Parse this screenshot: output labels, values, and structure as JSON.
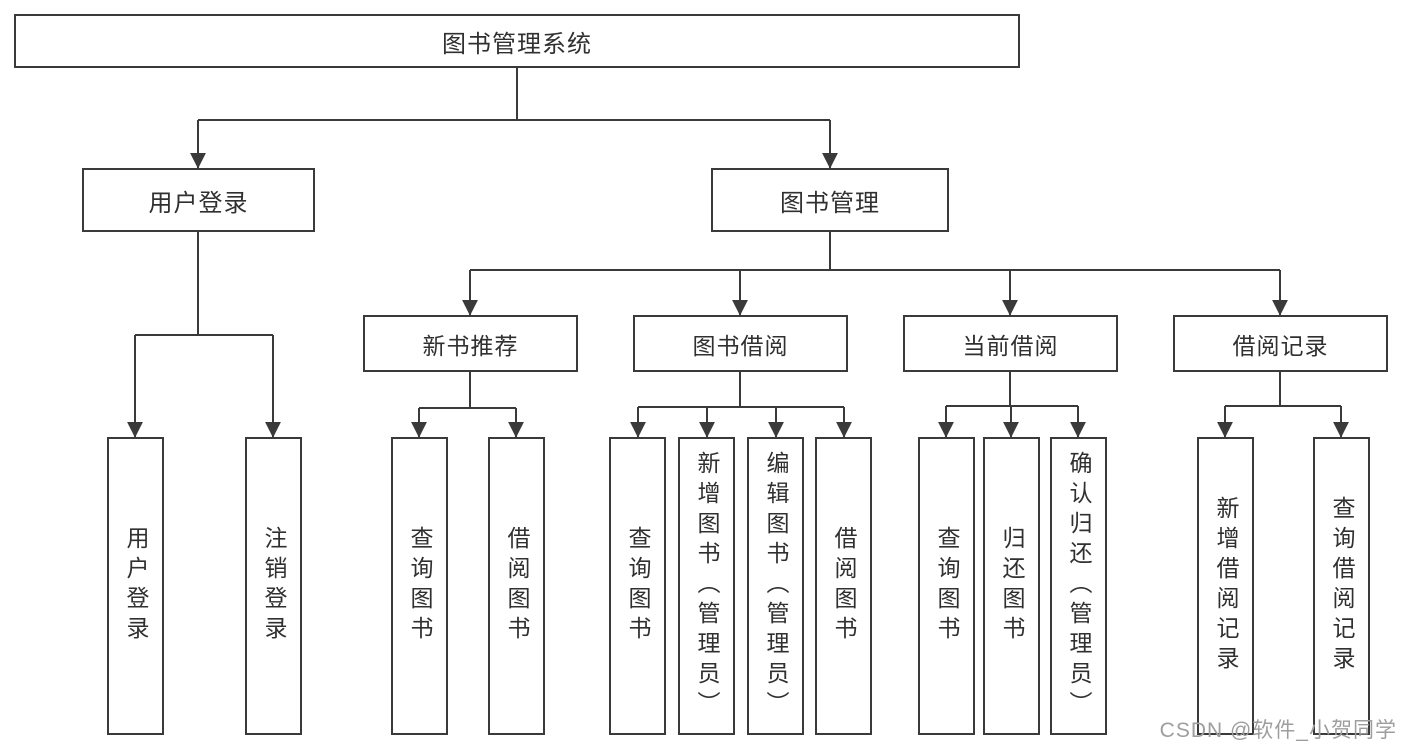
{
  "diagram": {
    "root": "图书管理系统",
    "level2": {
      "user_login": "用户登录",
      "book_mgmt": "图书管理"
    },
    "level3": {
      "new_books": "新书推荐",
      "borrow": "图书借阅",
      "current": "当前借阅",
      "records": "借阅记录"
    },
    "leaves": {
      "user_login": [
        "用户登录",
        "注销登录"
      ],
      "new_books": [
        "查询图书",
        "借阅图书"
      ],
      "borrow": [
        "查询图书",
        "新增图书（管理员）",
        "编辑图书（管理员）",
        "借阅图书"
      ],
      "current": [
        "查询图书",
        "归还图书",
        "确认归还（管理员）"
      ],
      "records": [
        "新增借阅记录",
        "查询借阅记录"
      ]
    }
  },
  "watermark": "CSDN @软件_小贺同学",
  "colors": {
    "line": "#3a3a3a",
    "text": "#303030",
    "watermark": "#9e9e9e",
    "background": "#ffffff"
  }
}
